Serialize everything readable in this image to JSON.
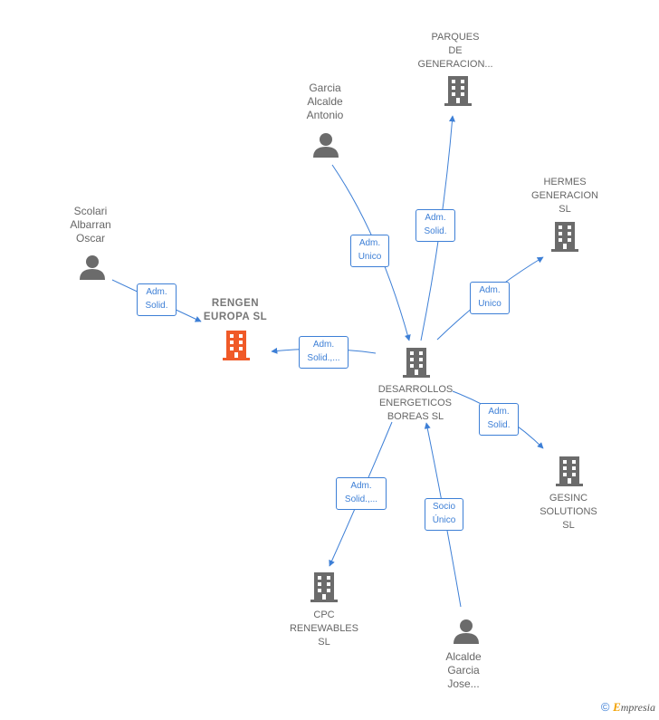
{
  "nodes": {
    "parques": {
      "label": "PARQUES\nDE\nGENERACION...",
      "type": "company"
    },
    "garcia": {
      "label": "Garcia\nAlcalde\nAntonio",
      "type": "person"
    },
    "hermes": {
      "label": "HERMES\nGENERACION\nSL",
      "type": "company"
    },
    "scolari": {
      "label": "Scolari\nAlbarran\nOscar",
      "type": "person"
    },
    "rengen": {
      "label": "RENGEN\nEUROPA  SL",
      "type": "company"
    },
    "desarrollos": {
      "label": "DESARROLLOS\nENERGETICOS\nBOREAS SL",
      "type": "company"
    },
    "gesinc": {
      "label": "GESINC\nSOLUTIONS\nSL",
      "type": "company"
    },
    "cpc": {
      "label": "CPC\nRENEWABLES\nSL",
      "type": "company"
    },
    "alcalde": {
      "label": "Alcalde\nGarcia\nJose...",
      "type": "person"
    }
  },
  "edges": {
    "scolari_rengen": "Adm.\nSolid.",
    "des_rengen": "Adm.\nSolid.,...",
    "garcia_des": "Adm.\nUnico",
    "des_parques": "Adm.\nSolid.",
    "des_hermes": "Adm.\nUnico",
    "des_gesinc": "Adm.\nSolid.",
    "des_cpc": "Adm.\nSolid.,...",
    "alcalde_des": "Socio\nÚnico"
  },
  "footer": {
    "copyright": "©",
    "brand_e": "E",
    "brand_rest": "mpresia"
  },
  "colors": {
    "edge": "#3d7fd6",
    "node_icon": "#6b6b6b",
    "focus_icon": "#f05a28"
  },
  "icons": {
    "company": "building-icon",
    "person": "person-icon"
  }
}
